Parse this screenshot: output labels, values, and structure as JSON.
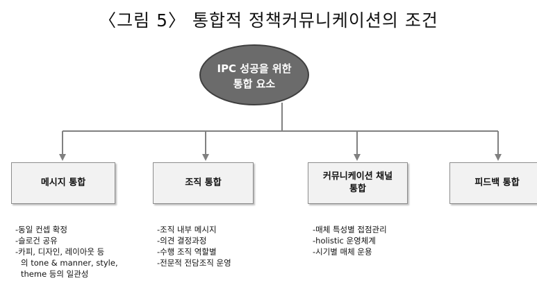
{
  "title": "〈그림 5〉 통합적 정책커뮤니케이션의 조건",
  "center_node": {
    "line1": "IPC 성공을 위한",
    "line2": "통합 요소"
  },
  "nodes": [
    {
      "lines": [
        "메시지 통합"
      ],
      "items": [
        "-동일 컨셉 확정",
        "-슬로건 공유",
        "-카피, 디자인, 레이아웃 등",
        "의 tone & manner, style,",
        "theme 등의 일관성"
      ]
    },
    {
      "lines": [
        "조직 통합"
      ],
      "items": [
        "-조직 내부 메시지",
        "-의견 결정과정",
        "-수행 조직 역할별",
        "-전문적 전담조직 운영"
      ]
    },
    {
      "lines": [
        "커뮤니케이션 채널",
        "통합"
      ],
      "items": [
        "-매체 특성별 접점관리",
        "-holistic 운영체계",
        "-시기별 매체 운용"
      ]
    },
    {
      "lines": [
        "피드백 통합"
      ],
      "items": []
    }
  ],
  "colors": {
    "ellipse_fill": "#6b6b6b",
    "ellipse_stroke": "#3f3f3f",
    "connector": "#808080",
    "box_fill": "#f2f2f2"
  }
}
